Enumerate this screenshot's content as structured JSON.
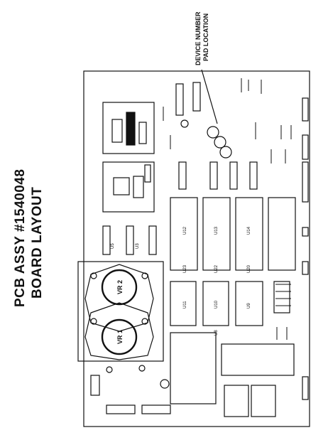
{
  "title": {
    "line1": "PCB ASSY #1540048",
    "line2": "BOARD LAYOUT"
  },
  "callout": {
    "line1": "DEVICE NUMBER",
    "line2": "PAD LOCATION"
  },
  "regulators": [
    "VR 2",
    "VR 1"
  ],
  "ic_labels": [
    "U12",
    "U13",
    "U14",
    "U23",
    "U22",
    "U20",
    "U11",
    "U10",
    "U9",
    "U8",
    "U5",
    "U3"
  ],
  "colors": {
    "ink": "#111111",
    "paper": "#ffffff"
  }
}
